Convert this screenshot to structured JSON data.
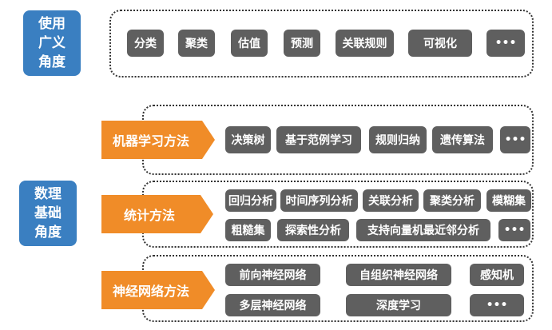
{
  "usage_section": {
    "label": "使用\n广义\n角度",
    "tags": [
      "分类",
      "聚类",
      "估值",
      "预测",
      "关联规则",
      "可视化",
      "•••"
    ]
  },
  "foundation_section": {
    "label": "数理\n基础\n角度",
    "machine_learning": {
      "title": "机器学习方法",
      "tags": [
        "决策树",
        "基于范例学习",
        "规则归纳",
        "遗传算法",
        "•••"
      ]
    },
    "statistics": {
      "title": "统计方法",
      "row1": [
        "回归分析",
        "时间序列分析",
        "关联分析",
        "聚类分析",
        "模糊集"
      ],
      "row2": [
        "粗糙集",
        "探索性分析",
        "支持向量机最近邻分析",
        "•••"
      ]
    },
    "neural_network": {
      "title": "神经网络方法",
      "row1": [
        "前向神经网络",
        "自组织神经网络",
        "感知机"
      ],
      "row2": [
        "多层神经网络",
        "深度学习",
        "•••"
      ]
    }
  },
  "colors": {
    "label_blue": "#3a7fc1",
    "arrow_orange": "#f08c28",
    "tag_gray": "#5f5f5f",
    "border": "#333333"
  }
}
